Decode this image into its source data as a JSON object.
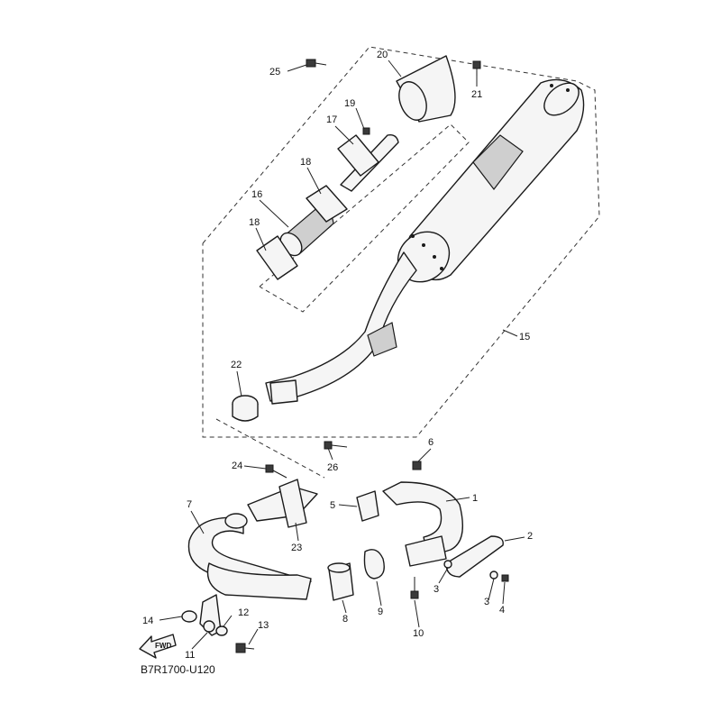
{
  "diagram": {
    "code": "B7R1700-U120",
    "direction_label": "FWD",
    "callouts": [
      "1",
      "2",
      "3",
      "3",
      "4",
      "5",
      "6",
      "7",
      "8",
      "9",
      "10",
      "11",
      "12",
      "13",
      "14",
      "15",
      "16",
      "17",
      "18",
      "18",
      "19",
      "20",
      "21",
      "22",
      "23",
      "24",
      "25",
      "26"
    ]
  }
}
